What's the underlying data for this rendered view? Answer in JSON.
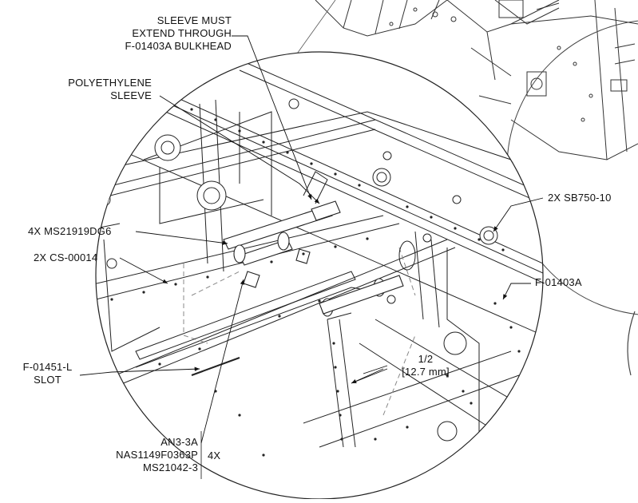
{
  "callouts": {
    "sleeve_must": [
      "SLEEVE MUST",
      "EXTEND THROUGH",
      "F-01403A BULKHEAD"
    ],
    "poly_sleeve": [
      "POLYETHYLENE",
      "SLEEVE"
    ],
    "ms21919": "4X MS21919DG6",
    "cs00014": "2X CS-00014",
    "f01451": [
      "F-01451-L",
      "SLOT"
    ],
    "an3": [
      "AN3-3A",
      "NAS1149F0363P",
      "MS21042-3"
    ],
    "an3_qty": "4X",
    "sb750": "2X SB750-10",
    "f01403a": "F-01403A",
    "dim": [
      "1/2",
      "[12.7 mm]"
    ]
  },
  "colors": {
    "ink": "#111111",
    "detail_line": "#333333",
    "hidden_line": "#999999"
  }
}
